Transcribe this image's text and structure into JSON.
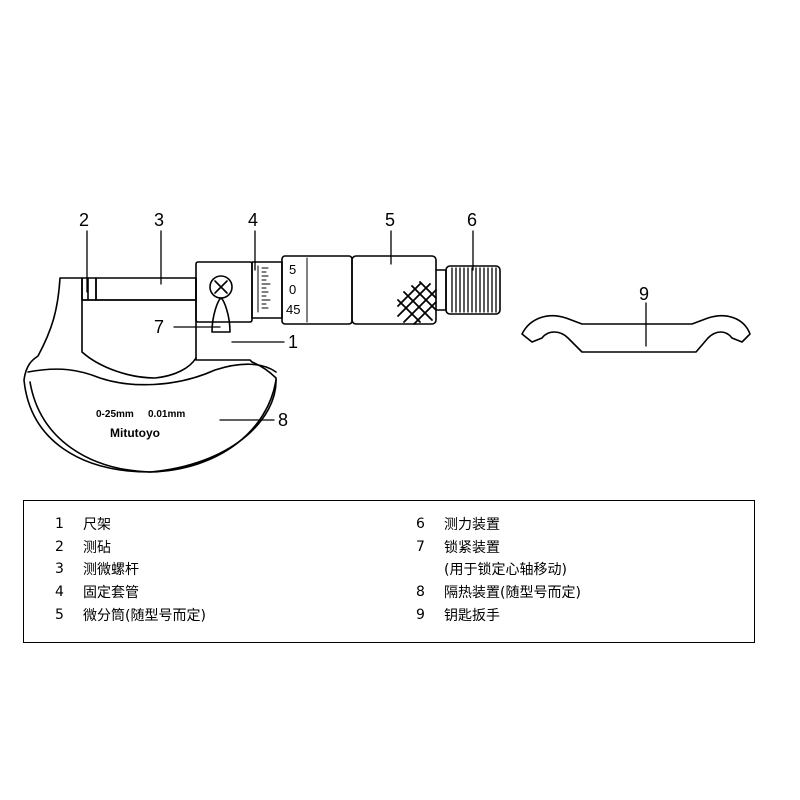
{
  "diagram": {
    "callouts": [
      {
        "id": "1",
        "label": "1"
      },
      {
        "id": "2",
        "label": "2"
      },
      {
        "id": "3",
        "label": "3"
      },
      {
        "id": "4",
        "label": "4"
      },
      {
        "id": "5",
        "label": "5"
      },
      {
        "id": "6",
        "label": "6"
      },
      {
        "id": "7",
        "label": "7"
      },
      {
        "id": "8",
        "label": "8"
      },
      {
        "id": "9",
        "label": "9"
      }
    ],
    "frame_text": {
      "range": "0-25mm",
      "resolution": "0.01mm",
      "brand": "Mitutoyo"
    },
    "thimble_scale": [
      "5",
      "0",
      "45"
    ]
  },
  "legend": {
    "left": [
      {
        "num": "1",
        "text": "尺架"
      },
      {
        "num": "2",
        "text": "测砧"
      },
      {
        "num": "3",
        "text": "测微螺杆"
      },
      {
        "num": "4",
        "text": "固定套管"
      },
      {
        "num": "5",
        "text": "微分筒(随型号而定)"
      }
    ],
    "right": [
      {
        "num": "6",
        "text": "测力装置"
      },
      {
        "num": "7",
        "text": "锁紧装置"
      },
      {
        "sub": "(用于锁定心轴移动)"
      },
      {
        "num": "8",
        "text": "隔热装置(随型号而定)"
      },
      {
        "num": "9",
        "text": "钥匙扳手"
      }
    ]
  }
}
